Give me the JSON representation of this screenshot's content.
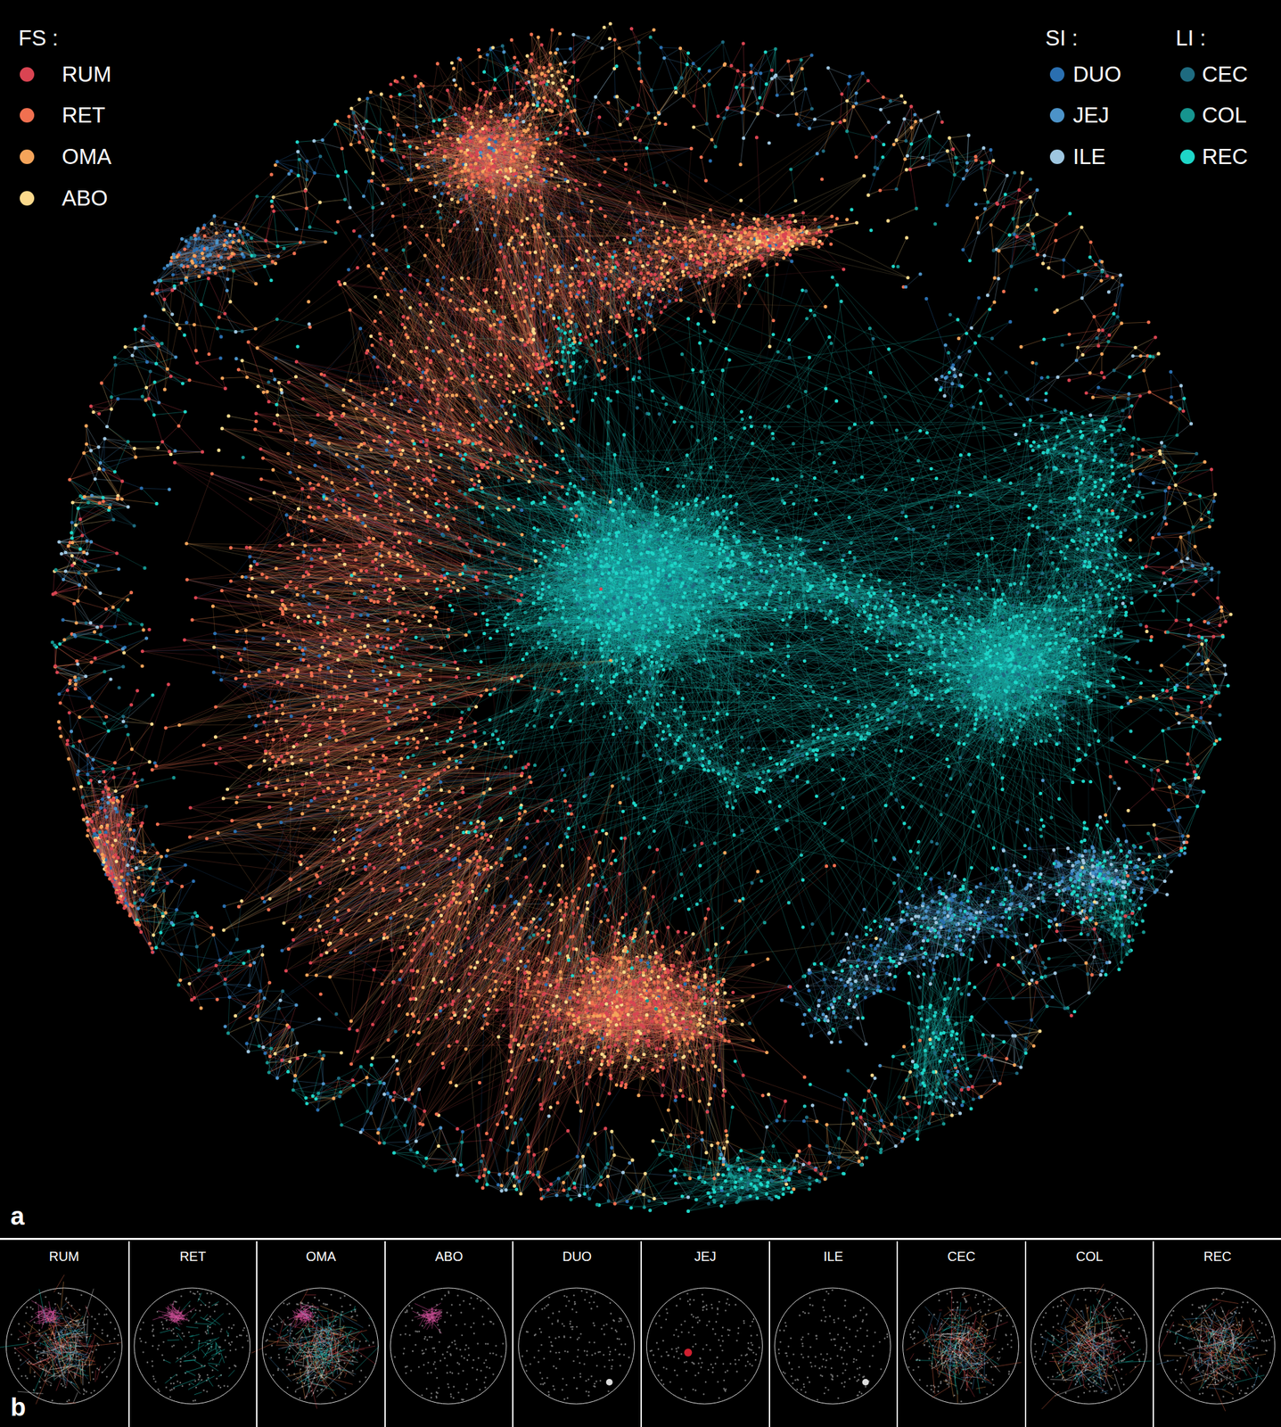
{
  "diagram": {
    "nodes": [
      {
        "text": [
          "RUM"
        ]
      },
      {
        "text": [
          "RET"
        ]
      },
      {
        "text": [
          "OMA"
        ]
      },
      {
        "text": [
          "ABO"
        ]
      },
      {
        "text": [
          "DUO"
        ]
      },
      {
        "text": [
          "JEJ"
        ]
      },
      {
        "text": [
          "ILE"
        ]
      },
      {
        "text": [
          "CEC"
        ]
      },
      {
        "text": [
          "COL"
        ]
      },
      {
        "text": [
          "REC"
        ]
      }
    ],
    "labels": [
      "FS :",
      "SI :",
      "LI :",
      "a",
      "b"
    ],
    "legend": [
      {
        "text": "RUM",
        "color": "#d94452"
      },
      {
        "text": "RET",
        "color": "#f07050"
      },
      {
        "text": "OMA",
        "color": "#f5a45a"
      },
      {
        "text": "ABO",
        "color": "#fbd98c"
      },
      {
        "text": "DUO",
        "color": "#2a6fb0"
      },
      {
        "text": "JEJ",
        "color": "#4c93c8"
      },
      {
        "text": "ILE",
        "color": "#9ec6e0"
      },
      {
        "text": "CEC",
        "color": "#1e6b80"
      },
      {
        "text": "COL",
        "color": "#16958f"
      },
      {
        "text": "REC",
        "color": "#1ed6c8"
      }
    ]
  }
}
